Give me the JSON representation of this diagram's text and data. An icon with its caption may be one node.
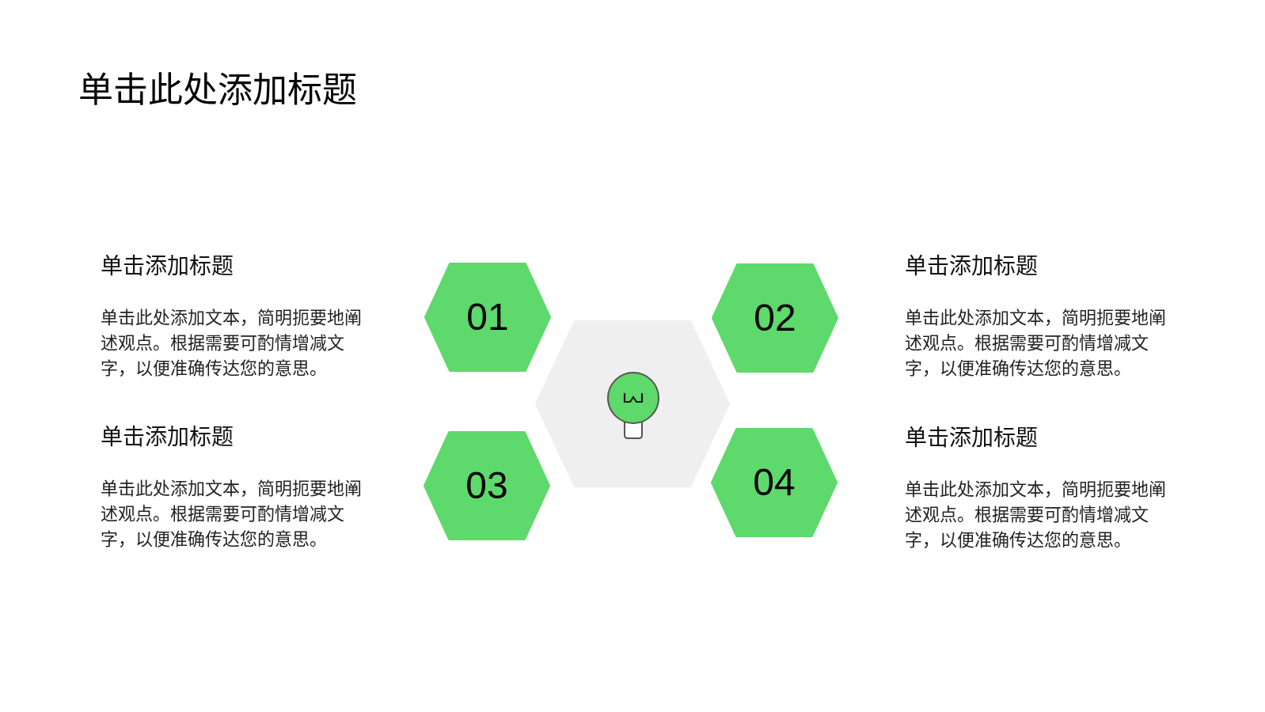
{
  "diagram": {
    "title": "单击此处添加标题",
    "nodes": [
      {
        "text": [
          "01"
        ],
        "beside": [
          "单击添加标题",
          "单击此处添加文本，简明扼要地阐述观点。根据需要可酌情增减文字，以便准确传达您的意思。"
        ]
      },
      {
        "text": [
          "02"
        ],
        "beside": [
          "单击添加标题",
          "单击此处添加文本，简明扼要地阐述观点。根据需要可酌情增减文字，以便准确传达您的意思。"
        ]
      },
      {
        "text": [],
        "shape": "hexagon"
      },
      {
        "text": [
          "03"
        ],
        "beside": [
          "单击添加标题",
          "单击此处添加文本，简明扼要地阐述观点。根据需要可酌情增减文字，以便准确传达您的意思。"
        ]
      },
      {
        "text": [
          "04"
        ],
        "beside": [
          "单击添加标题",
          "单击此处添加文本，简明扼要地阐述观点。根据需要可酌情增减文字，以便准确传达您的意思。"
        ]
      }
    ]
  }
}
